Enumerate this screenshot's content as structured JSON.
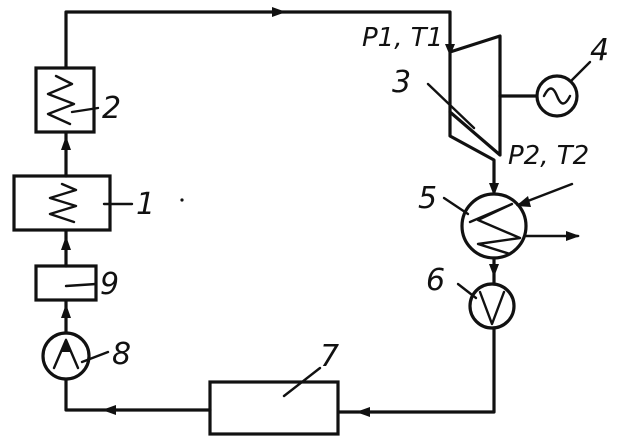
{
  "labels": {
    "n1": "1",
    "n2": "2",
    "n3": "3",
    "n4": "4",
    "n5": "5",
    "n6": "6",
    "n7": "7",
    "n8": "8",
    "n9": "9",
    "inlet_state": "P1, T1",
    "outlet_state": "P2, T2"
  }
}
